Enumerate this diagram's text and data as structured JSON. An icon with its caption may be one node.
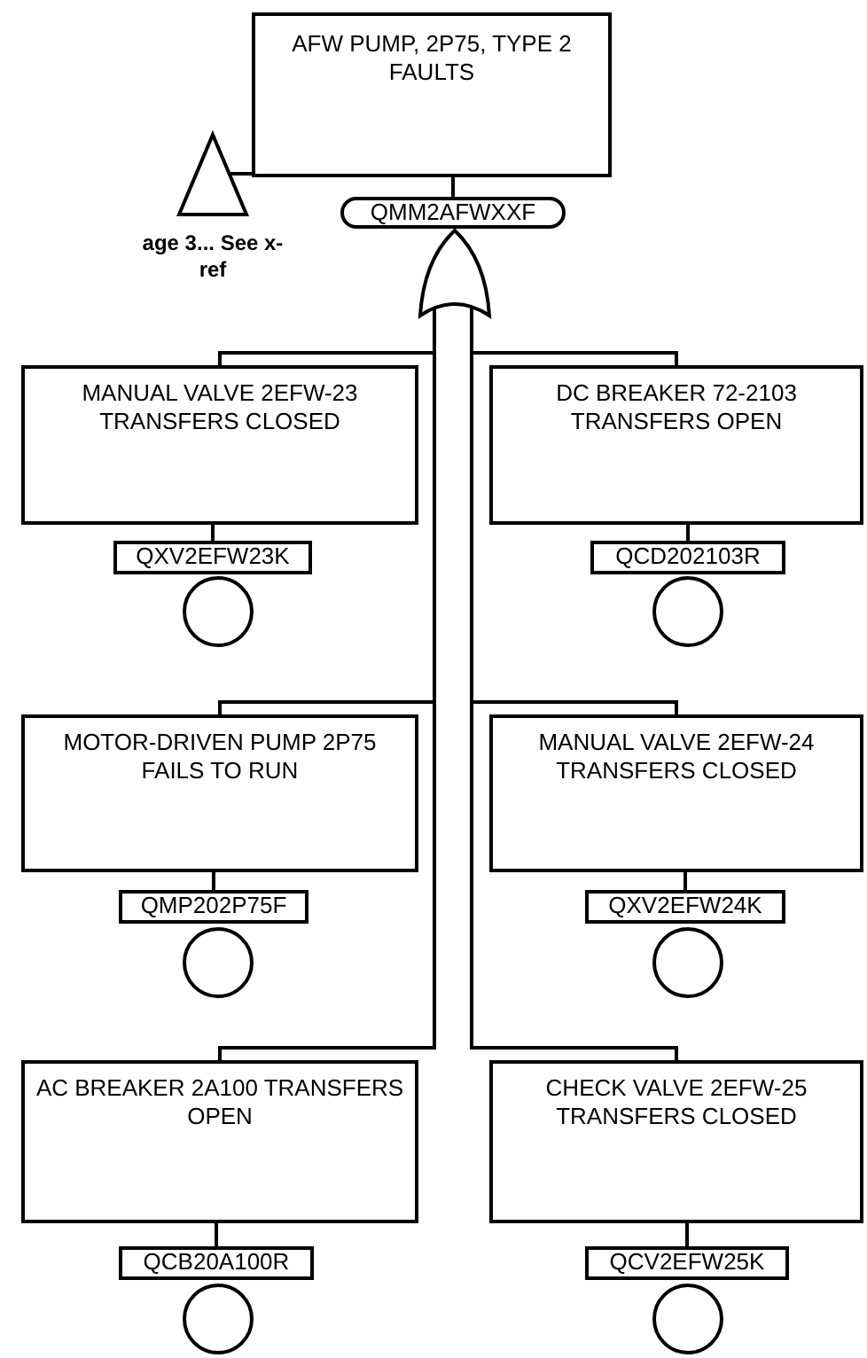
{
  "diagram": {
    "nodes": [
      {
        "text": [
          "AFW PUMP, 2P75, TYPE 2 FAULTS"
        ]
      },
      {
        "text": [],
        "shape": "triangle",
        "beside": [
          "age 3... See x-ref"
        ]
      },
      {
        "text": [
          "QMM2AFWXXF"
        ]
      },
      {
        "text": [],
        "shape": "gate"
      },
      {
        "text": [
          "MANUAL VALVE 2EFW-23 TRANSFERS CLOSED"
        ]
      },
      {
        "text": [
          "QXV2EFW23K"
        ]
      },
      {
        "text": [],
        "shape": "circle"
      },
      {
        "text": [
          "DC BREAKER 72-2103 TRANSFERS OPEN"
        ]
      },
      {
        "text": [
          "QCD202103R"
        ]
      },
      {
        "text": [],
        "shape": "circle"
      },
      {
        "text": [
          "MOTOR-DRIVEN PUMP 2P75 FAILS TO RUN"
        ]
      },
      {
        "text": [
          "QMP202P75F"
        ]
      },
      {
        "text": [],
        "shape": "circle"
      },
      {
        "text": [
          "MANUAL VALVE 2EFW-24 TRANSFERS CLOSED"
        ]
      },
      {
        "text": [
          "QXV2EFW24K"
        ]
      },
      {
        "text": [],
        "shape": "circle"
      },
      {
        "text": [
          "AC BREAKER 2A100 TRANSFERS OPEN"
        ]
      },
      {
        "text": [
          "QCB20A100R"
        ]
      },
      {
        "text": [],
        "shape": "circle"
      },
      {
        "text": [
          "CHECK VALVE 2EFW-25 TRANSFERS CLOSED"
        ]
      },
      {
        "text": [
          "QCV2EFW25K"
        ]
      },
      {
        "text": [],
        "shape": "circle"
      }
    ],
    "edges": [
      {
        "from": 0,
        "to": 2,
        "arrow": "none"
      },
      {
        "from": 1,
        "to": 0,
        "arrow": "none"
      },
      {
        "from": 3,
        "to": 4,
        "arrow": "none"
      },
      {
        "from": 3,
        "to": 7,
        "arrow": "none"
      },
      {
        "from": 3,
        "to": 10,
        "arrow": "none"
      },
      {
        "from": 3,
        "to": 13,
        "arrow": "none"
      },
      {
        "from": 3,
        "to": 16,
        "arrow": "none"
      },
      {
        "from": 3,
        "to": 19,
        "arrow": "none"
      },
      {
        "from": 4,
        "to": 5,
        "arrow": "none"
      },
      {
        "from": 7,
        "to": 8,
        "arrow": "none"
      },
      {
        "from": 10,
        "to": 11,
        "arrow": "none"
      },
      {
        "from": 13,
        "to": 14,
        "arrow": "none"
      },
      {
        "from": 16,
        "to": 17,
        "arrow": "none"
      },
      {
        "from": 19,
        "to": 20,
        "arrow": "none"
      }
    ]
  }
}
